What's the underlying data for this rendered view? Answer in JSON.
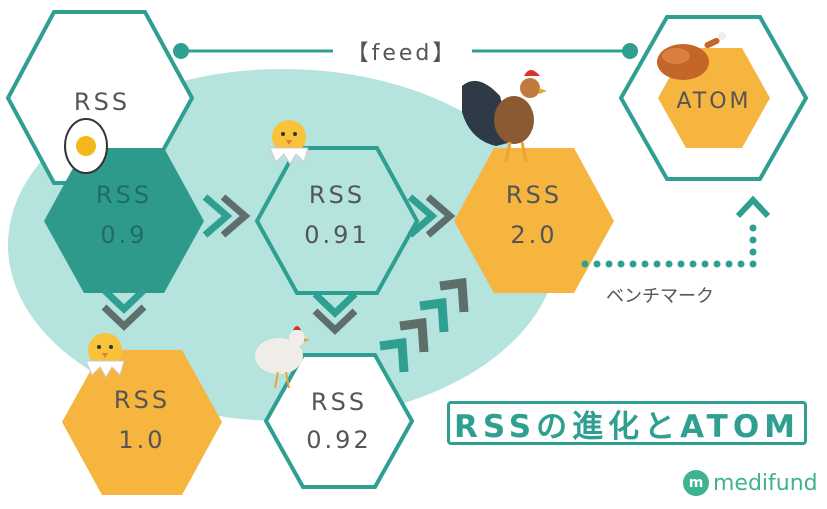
{
  "feed_label": "【feed】",
  "nodes": {
    "rss": "RSS",
    "rss09": [
      "RSS",
      "0.9"
    ],
    "rss10": [
      "RSS",
      "1.0"
    ],
    "rss091": [
      "RSS",
      "0.91"
    ],
    "rss092": [
      "RSS",
      "0.92"
    ],
    "rss20": [
      "RSS",
      "2.0"
    ],
    "atom": "ATOM"
  },
  "benchmark_label": "ベンチマーク",
  "title": "RSSの進化とATOM",
  "brand": {
    "mark": "m",
    "name": "medifund"
  },
  "colors": {
    "teal": "#2f9f91",
    "teal_light": "#b5e3dd",
    "dark_teal": "#2e9a8c",
    "amber": "#f5b53f",
    "text_gray": "#555555"
  },
  "icons": [
    "egg-icon",
    "chick-icon",
    "chick-icon",
    "chicken-icon",
    "rooster-icon",
    "roast-chicken-icon"
  ]
}
